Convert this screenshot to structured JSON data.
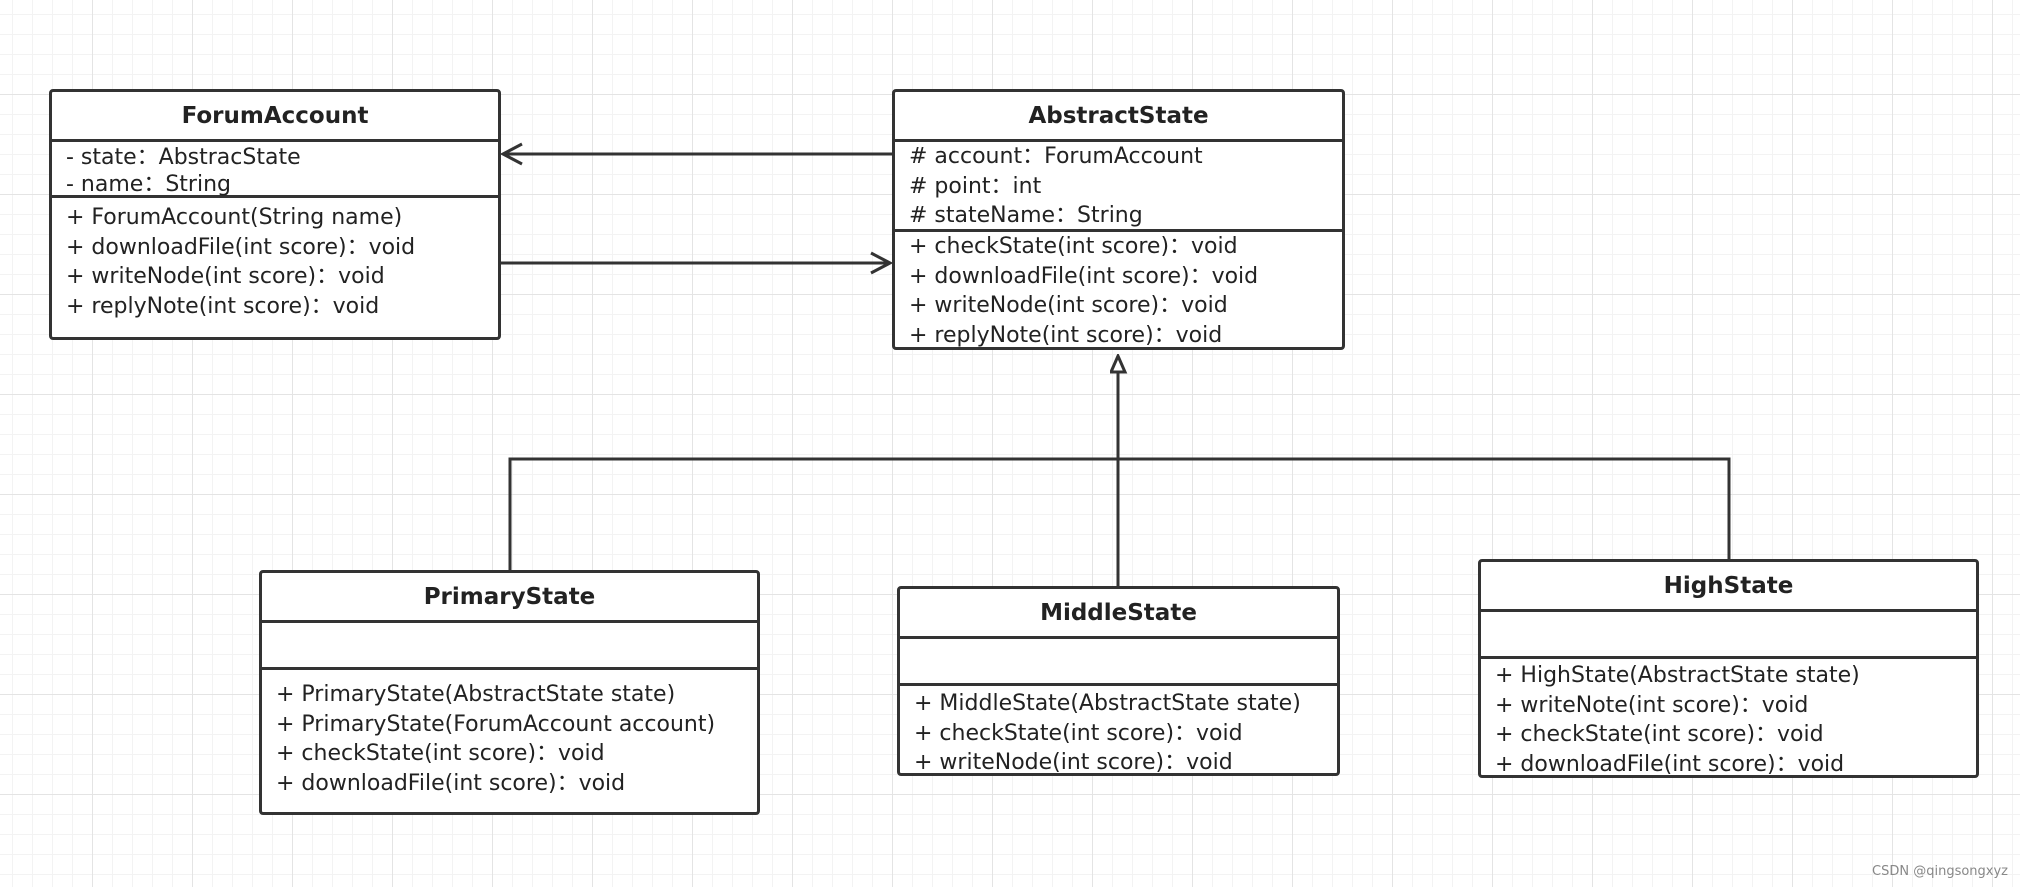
{
  "classes": {
    "forum_account": {
      "name": "ForumAccount",
      "attributes": [
        "- state：AbstracState",
        "- name：String"
      ],
      "methods": [
        "+ ForumAccount(String name)",
        "+ downloadFile(int score)：void",
        "+ writeNode(int score)：void",
        "+ replyNote(int score)：void"
      ]
    },
    "abstract_state": {
      "name": "AbstractState",
      "attributes": [
        "# account：ForumAccount",
        "# point：int",
        "# stateName：String"
      ],
      "methods": [
        "+ checkState(int score)：void",
        "+ downloadFile(int score)：void",
        "+ writeNode(int score)：void",
        "+ replyNote(int score)：void"
      ]
    },
    "primary_state": {
      "name": "PrimaryState",
      "attributes": [],
      "methods": [
        "+ PrimaryState(AbstractState state)",
        "+ PrimaryState(ForumAccount account)",
        "+ checkState(int score)：void",
        "+ downloadFile(int score)：void"
      ]
    },
    "middle_state": {
      "name": "MiddleState",
      "attributes": [],
      "methods": [
        "+ MiddleState(AbstractState state)",
        "+ checkState(int score)：void",
        "+ writeNode(int score)：void"
      ]
    },
    "high_state": {
      "name": "HighState",
      "attributes": [],
      "methods": [
        "+ HighState(AbstractState state)",
        "+ writeNote(int score)：void",
        "+ checkState(int score)：void",
        "+ downloadFile(int score)：void"
      ]
    }
  },
  "relations": [
    {
      "from": "abstract_state",
      "to": "forum_account",
      "type": "association"
    },
    {
      "from": "forum_account",
      "to": "abstract_state",
      "type": "association"
    },
    {
      "from": "primary_state",
      "to": "abstract_state",
      "type": "generalization"
    },
    {
      "from": "middle_state",
      "to": "abstract_state",
      "type": "generalization"
    },
    {
      "from": "high_state",
      "to": "abstract_state",
      "type": "generalization"
    }
  ],
  "watermark": "CSDN @qingsongxyz",
  "colors": {
    "stroke": "#333333",
    "grid": "#e4e4e4",
    "background": "#ffffff"
  }
}
